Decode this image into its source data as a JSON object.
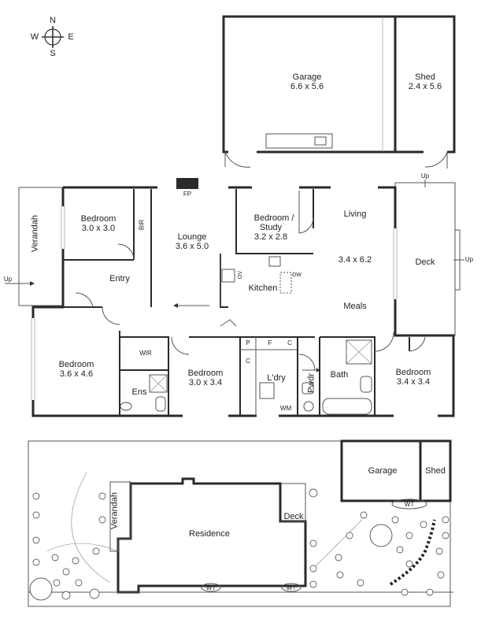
{
  "compass": {
    "n": "N",
    "s": "S",
    "e": "E",
    "w": "W"
  },
  "outbuildings": {
    "garage": {
      "name": "Garage",
      "size": "6.6 x 5.6"
    },
    "shed": {
      "name": "Shed",
      "size": "2.4 x 5.6"
    }
  },
  "floor_plan": {
    "fp": "FP",
    "up_labels": [
      "Up",
      "Up",
      "Up"
    ],
    "verandah": "Verandah",
    "bedroom_nw": {
      "name": "Bedroom",
      "size": "3.0 x 3.0"
    },
    "bir": "BIR",
    "lounge": {
      "name": "Lounge",
      "size": "3.6 x 5.0"
    },
    "bedroom_study": {
      "name1": "Bedroom /",
      "name2": "Study",
      "size": "3.2 x 2.8"
    },
    "living": {
      "name": "Living",
      "size": "3.4 x 6.2"
    },
    "meals": "Meals",
    "deck": "Deck",
    "entry": "Entry",
    "kitchen": "Kitchen",
    "ov": "OV",
    "dw": "DW",
    "bedroom_w": {
      "name": "Bedroom",
      "size": "3.6 x 4.6"
    },
    "wir": "WIR",
    "ens": "Ens",
    "bedroom_mid": {
      "name": "Bedroom",
      "size": "3.0 x 3.4"
    },
    "p": "P",
    "f": "F",
    "c1": "C",
    "c2": "C",
    "ldry": "L'dry",
    "wm": "WM",
    "pwdr": "Pwdr",
    "bath": "Bath",
    "bedroom_e": {
      "name": "Bedroom",
      "size": "3.4 x 3.4"
    }
  },
  "site_plan": {
    "verandah": "Verandah",
    "residence": "Residence",
    "deck": "Deck",
    "garage": "Garage",
    "shed": "Shed",
    "wt": [
      "WT",
      "WT",
      "WT"
    ]
  }
}
